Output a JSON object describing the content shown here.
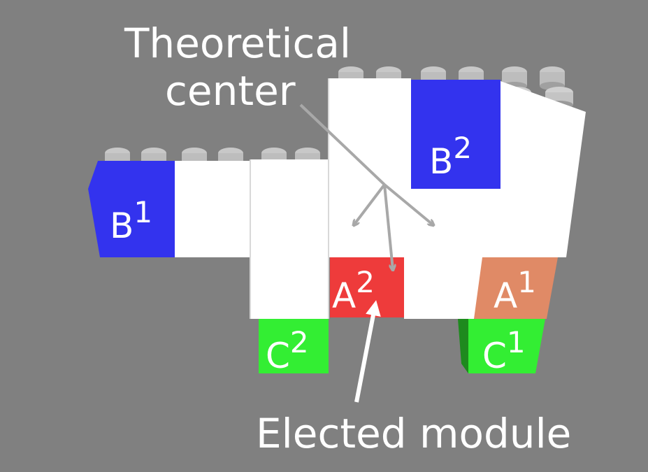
{
  "annotations": {
    "theoretical_center_line1": "Theoretical",
    "theoretical_center_line2": "center",
    "elected_module": "Elected module"
  },
  "modules": [
    {
      "id": "B1",
      "letter": "B",
      "index": "1",
      "color": "#3333ee"
    },
    {
      "id": "B2",
      "letter": "B",
      "index": "2",
      "color": "#3333ee"
    },
    {
      "id": "A1",
      "letter": "A",
      "index": "1",
      "color": "#e08a66"
    },
    {
      "id": "A2",
      "letter": "A",
      "index": "2",
      "color": "#ee3b3b"
    },
    {
      "id": "C1",
      "letter": "C",
      "index": "1",
      "color": "#33ee33"
    },
    {
      "id": "C2",
      "letter": "C",
      "index": "2",
      "color": "#33ee33"
    }
  ],
  "colors": {
    "background": "#808080",
    "module_white": "#ffffff",
    "arrow_gray": "#a8a8a8",
    "arrow_white": "#ffffff"
  }
}
